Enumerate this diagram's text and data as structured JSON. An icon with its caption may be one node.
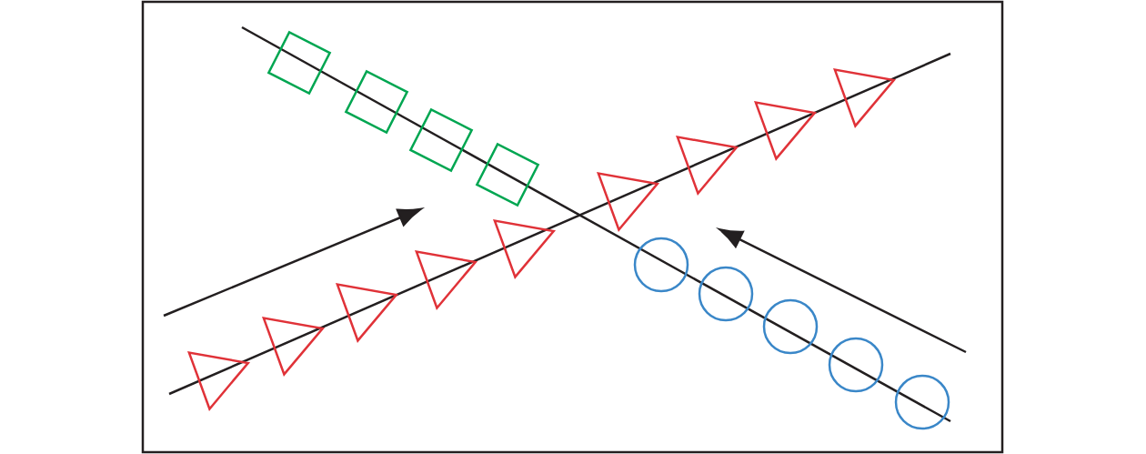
{
  "diagram": {
    "nodes": [
      {
        "text": [],
        "shape": "box"
      },
      {
        "text": [],
        "shape": "box"
      },
      {
        "text": [],
        "shape": "box"
      },
      {
        "text": [],
        "shape": "box"
      },
      {
        "text": [],
        "shape": "triangle"
      },
      {
        "text": [],
        "shape": "triangle"
      },
      {
        "text": [],
        "shape": "triangle"
      },
      {
        "text": [],
        "shape": "triangle"
      },
      {
        "text": [],
        "shape": "triangle"
      },
      {
        "text": [],
        "shape": "triangle"
      },
      {
        "text": [],
        "shape": "triangle"
      },
      {
        "text": [],
        "shape": "triangle"
      },
      {
        "text": [],
        "shape": "triangle"
      },
      {
        "text": [],
        "shape": "circle"
      },
      {
        "text": [],
        "shape": "circle"
      },
      {
        "text": [],
        "shape": "circle"
      },
      {
        "text": [],
        "shape": "circle"
      },
      {
        "text": [],
        "shape": "circle"
      }
    ]
  }
}
